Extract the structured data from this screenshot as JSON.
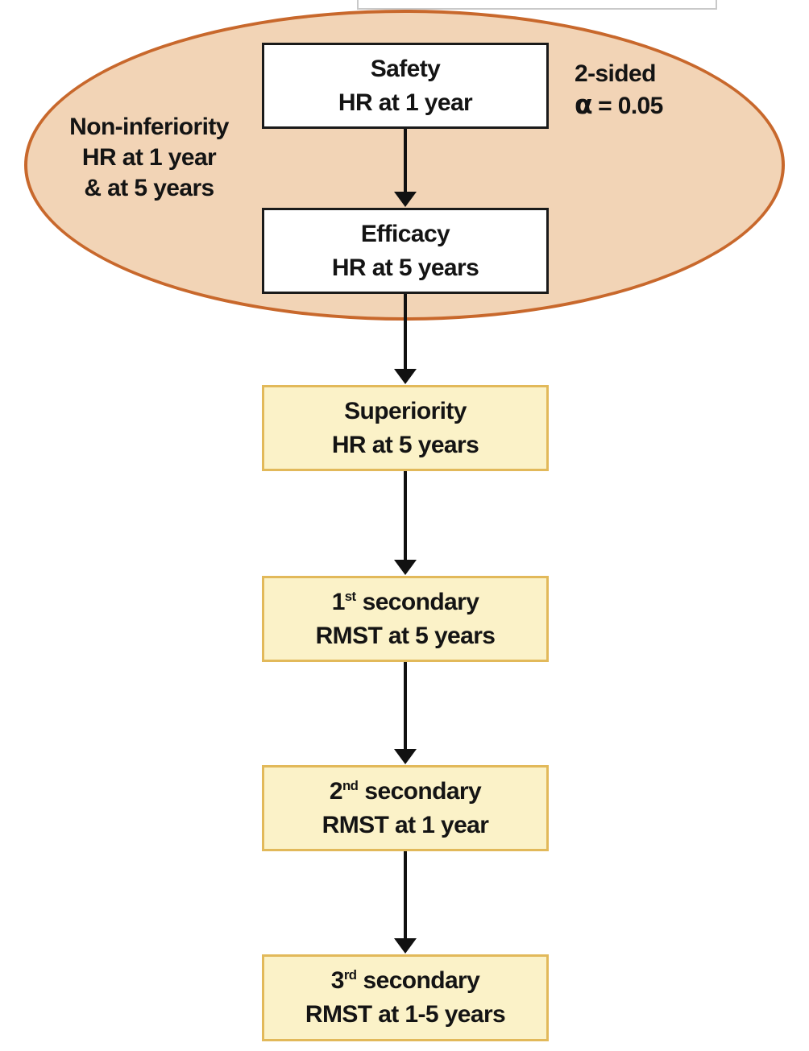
{
  "figure": {
    "ellipse": {
      "left_note": [
        "Non-inferiority",
        "HR at 1 year",
        "& at 5 years"
      ],
      "alpha_note": {
        "line1": "2-sided",
        "alpha": "α",
        "rest": "= 0.05"
      }
    },
    "nodes": [
      {
        "title": "Safety",
        "subtitle": "HR at 1 year",
        "style": "white"
      },
      {
        "title": "Efficacy",
        "subtitle": "HR at 5 years",
        "style": "white"
      },
      {
        "title": "Superiority",
        "subtitle": "HR at 5 years",
        "style": "yellow"
      },
      {
        "title_num": "1",
        "title_sup": "st",
        "title_rest": "secondary",
        "subtitle": "RMST at 5 years",
        "style": "yellow"
      },
      {
        "title_num": "2",
        "title_sup": "nd",
        "title_rest": "secondary",
        "subtitle": "RMST at 1 year",
        "style": "yellow"
      },
      {
        "title_num": "3",
        "title_sup": "rd",
        "title_rest": "secondary",
        "subtitle": "RMST at 1-5 years",
        "style": "yellow"
      }
    ],
    "colors": {
      "ellipse_fill": "#f2d4b6",
      "ellipse_border": "#c8682c",
      "yellow_node_fill": "#fbf2c8",
      "yellow_node_border": "#e2b95a",
      "white_node_border": "#1a1a1a",
      "arrow": "#111111",
      "text": "#141414"
    }
  }
}
